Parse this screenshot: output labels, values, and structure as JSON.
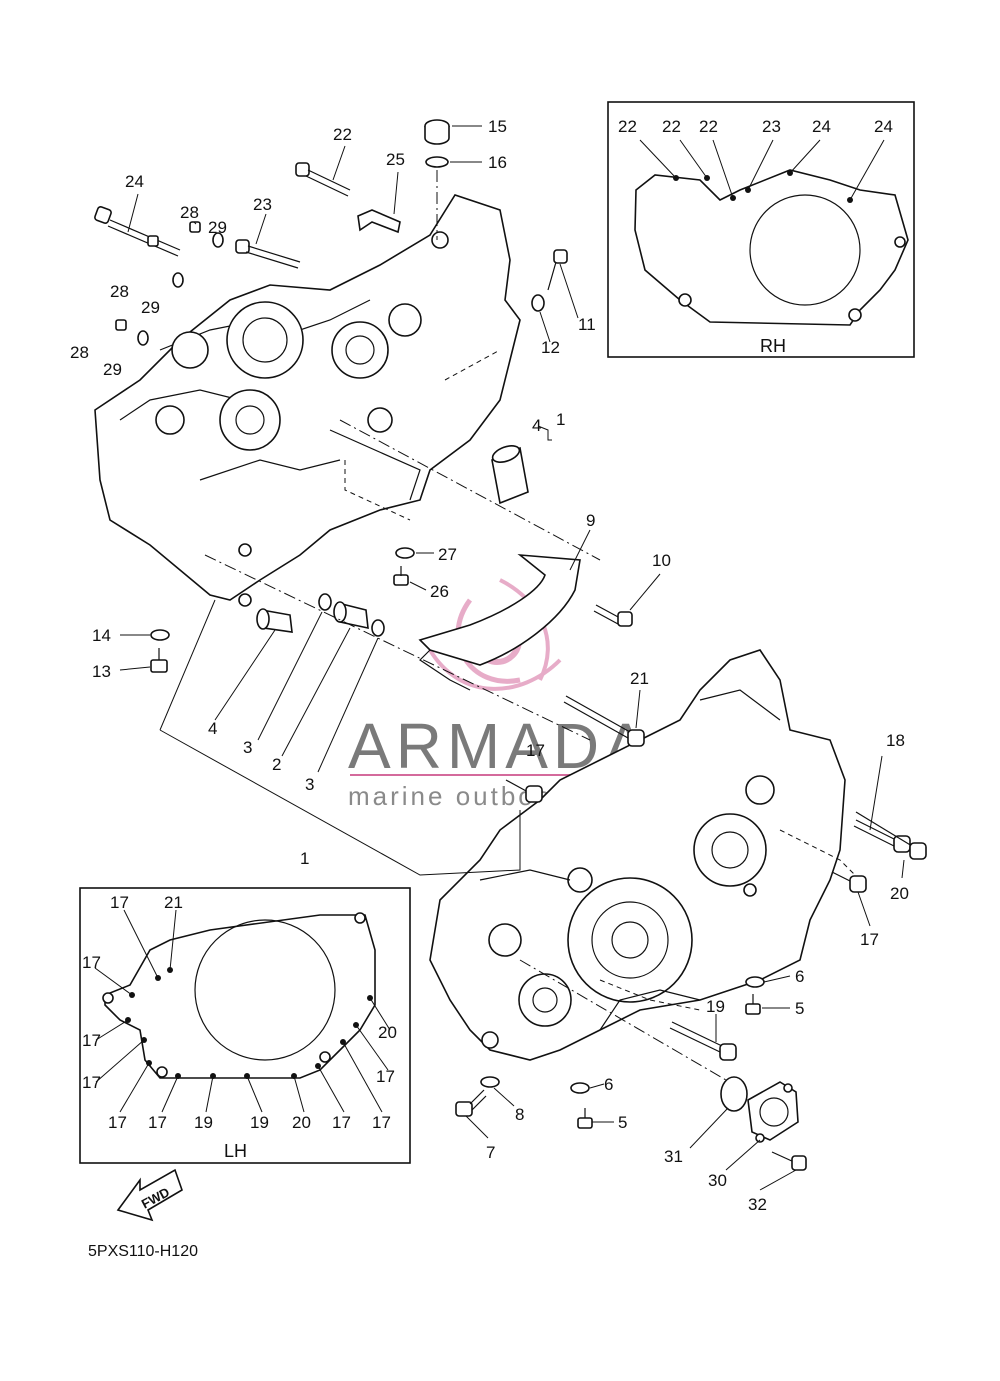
{
  "diagram": {
    "code": "5PXS110-H120",
    "fwd_label": "FWD",
    "watermark": {
      "brand": "ARMADA",
      "tagline": "marine outboards"
    },
    "inset_rh": {
      "title": "RH",
      "labels": [
        "22",
        "22",
        "22",
        "23",
        "24",
        "24"
      ]
    },
    "inset_lh": {
      "title": "LH",
      "labels": [
        "17",
        "21",
        "17",
        "17",
        "17",
        "17",
        "20",
        "17",
        "17",
        "17",
        "19",
        "19",
        "20",
        "17",
        "17"
      ]
    },
    "callouts": [
      "22",
      "15",
      "16",
      "25",
      "24",
      "28",
      "29",
      "23",
      "28",
      "29",
      "28",
      "29",
      "11",
      "12",
      "1",
      "4",
      "9",
      "10",
      "27",
      "26",
      "14",
      "13",
      "4",
      "3",
      "2",
      "3",
      "1",
      "21",
      "17",
      "18",
      "20",
      "17",
      "6",
      "5",
      "19",
      "6",
      "5",
      "8",
      "7",
      "31",
      "30",
      "32"
    ]
  }
}
